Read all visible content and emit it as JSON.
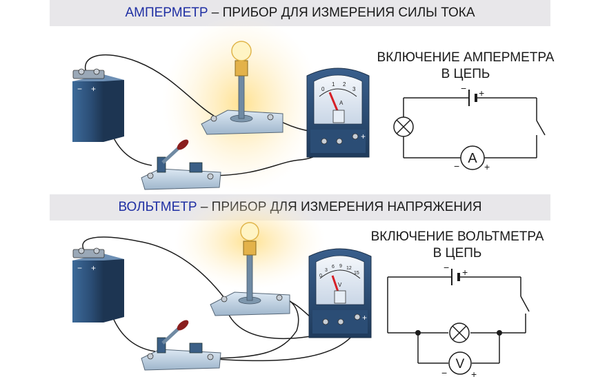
{
  "ammeter_section": {
    "title_highlight": "АМПЕРМЕТР",
    "title_rest": " – ПРИБОР ДЛЯ ИЗМЕРЕНИЯ СИЛЫ ТОКА",
    "caption_line1": "ВКЛЮЧЕНИЕ АМПЕРМЕТРА",
    "caption_line2": "В ЦЕПЬ",
    "meter_scale": [
      "0",
      "1",
      "2",
      "3"
    ],
    "meter_unit": "A",
    "schematic_meter_symbol": "A",
    "battery_minus": "−",
    "battery_plus": "+",
    "meter_minus": "−",
    "meter_plus": "+",
    "device_battery_minus": "−",
    "device_battery_plus": "+",
    "device_meter_plus": "+"
  },
  "voltmeter_section": {
    "title_highlight": "ВОЛЬТМЕТР",
    "title_rest": " – ПРИБОР ДЛЯ ИЗМЕРЕНИЯ НАПРЯЖЕНИЯ",
    "caption_line1": "ВКЛЮЧЕНИЕ ВОЛЬТМЕТРА",
    "caption_line2": "В ЦЕПЬ",
    "meter_scale": [
      "0",
      "3",
      "6",
      "9",
      "12",
      "15"
    ],
    "meter_unit": "V",
    "schematic_meter_symbol": "V",
    "battery_minus": "−",
    "battery_plus": "+",
    "meter_minus": "−",
    "meter_plus": "+",
    "device_battery_minus": "−",
    "device_battery_plus": "+",
    "device_meter_plus": "+"
  },
  "colors": {
    "highlight": "#1f2fa3",
    "banner_bg": "#e8e7ea",
    "battery": "#2c4f78",
    "lamp_glow": "#ffd36b",
    "needle": "#d61f26",
    "wire": "#1c1c1c"
  }
}
